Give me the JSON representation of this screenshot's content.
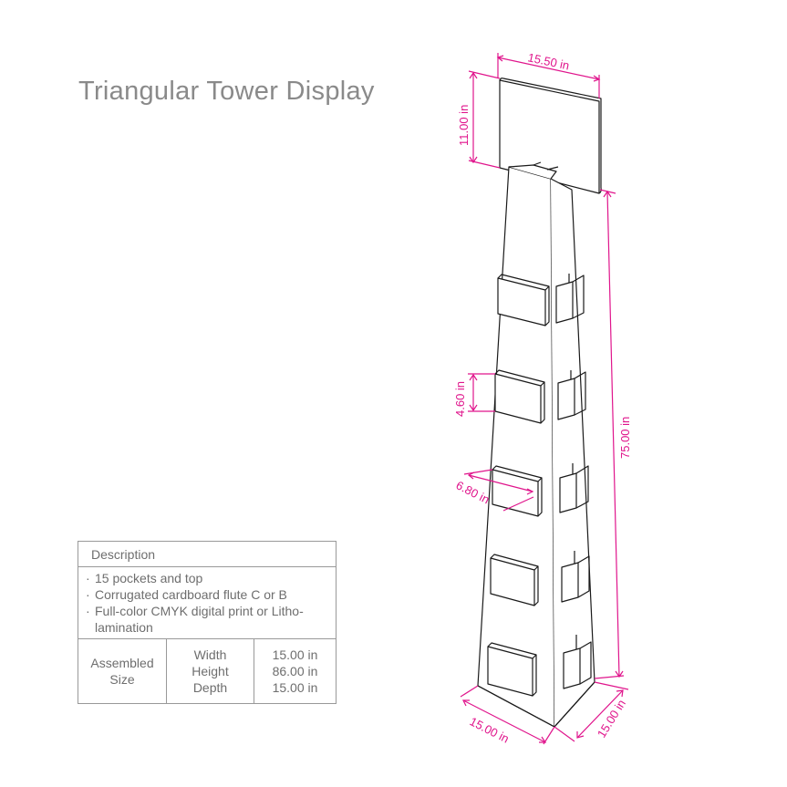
{
  "title": "Triangular Tower Display",
  "description": {
    "header": "Description",
    "items": [
      "15 pockets and top",
      "Corrugated cardboard flute C or B",
      "Full-color CMYK digital print or Litho-lamination"
    ],
    "assembled_size_label_line1": "Assembled",
    "assembled_size_label_line2": "Size",
    "dimensions": [
      {
        "name": "Width",
        "value": "15.00 in"
      },
      {
        "name": "Height",
        "value": "86.00 in"
      },
      {
        "name": "Depth",
        "value": "15.00 in"
      }
    ]
  },
  "dimension_labels": {
    "header_width": "15.50 in",
    "header_height": "11.00 in",
    "tower_height": "75.00 in",
    "pocket_height": "4.60 in",
    "pocket_width": "6.80 in",
    "base_left": "15.00 in",
    "base_right": "15.00 in"
  },
  "colors": {
    "dimension": "#e0158c",
    "outline": "#1a1a1a",
    "text": "#6e6e6e"
  }
}
